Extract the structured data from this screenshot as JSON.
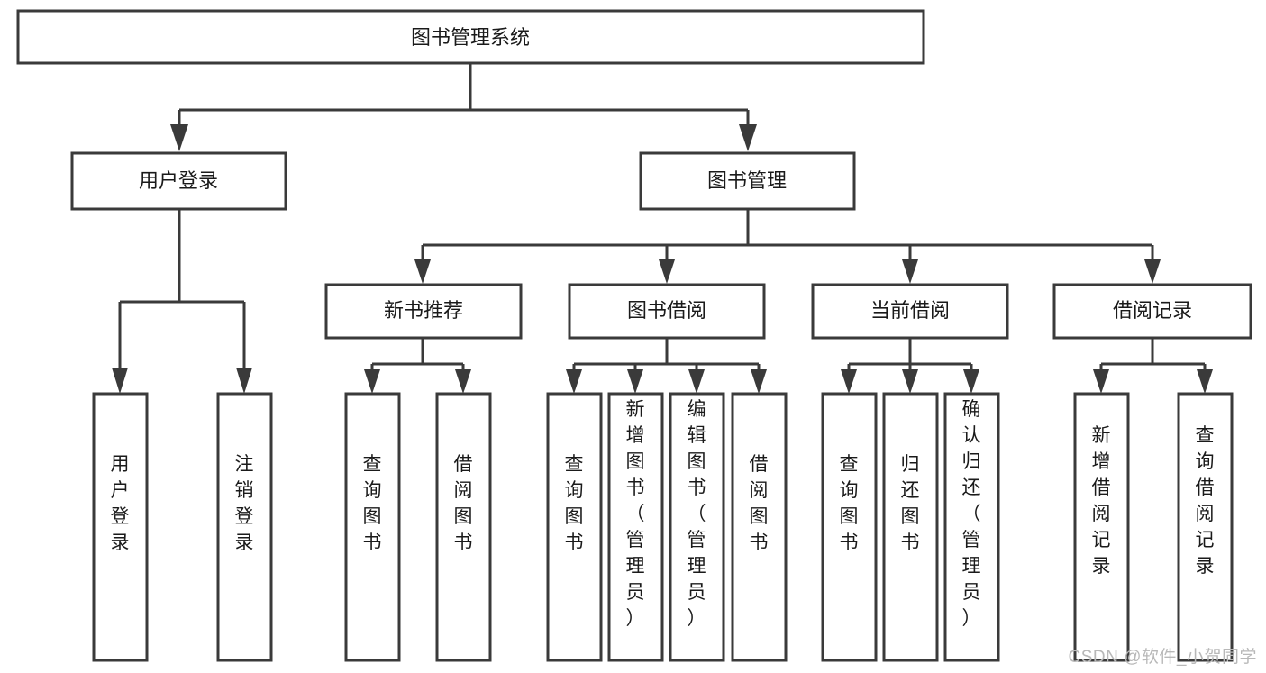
{
  "diagram": {
    "type": "tree-hierarchy",
    "title": "图书管理系统",
    "watermark": "CSDN @软件_小贺同学",
    "colors": {
      "stroke": "#3a3a3a",
      "fill": "#ffffff",
      "text": "#1a1a1a",
      "watermark": "#b8b8b8",
      "background": "#ffffff"
    },
    "root": {
      "label": "图书管理系统"
    },
    "level2": [
      {
        "id": "user-login",
        "label": "用户登录"
      },
      {
        "id": "book-management",
        "label": "图书管理"
      }
    ],
    "level3": [
      {
        "id": "new-book-recommend",
        "label": "新书推荐",
        "parent": "book-management"
      },
      {
        "id": "book-borrow",
        "label": "图书借阅",
        "parent": "book-management"
      },
      {
        "id": "current-borrow",
        "label": "当前借阅",
        "parent": "book-management"
      },
      {
        "id": "borrow-record",
        "label": "借阅记录",
        "parent": "book-management"
      }
    ],
    "leaves": [
      {
        "id": "leaf-user-login",
        "label": "用户登录",
        "parent": "user-login"
      },
      {
        "id": "leaf-logout-login",
        "label": "注销登录",
        "parent": "user-login"
      },
      {
        "id": "leaf-query-book-1",
        "label": "查询图书",
        "parent": "new-book-recommend"
      },
      {
        "id": "leaf-borrow-book-1",
        "label": "借阅图书",
        "parent": "new-book-recommend"
      },
      {
        "id": "leaf-query-book-2",
        "label": "查询图书",
        "parent": "book-borrow"
      },
      {
        "id": "leaf-add-book",
        "label": "新增图书（管理员）",
        "parent": "book-borrow"
      },
      {
        "id": "leaf-edit-book",
        "label": "编辑图书（管理员）",
        "parent": "book-borrow"
      },
      {
        "id": "leaf-borrow-book-2",
        "label": "借阅图书",
        "parent": "book-borrow"
      },
      {
        "id": "leaf-query-book-3",
        "label": "查询图书",
        "parent": "current-borrow"
      },
      {
        "id": "leaf-return-book",
        "label": "归还图书",
        "parent": "current-borrow"
      },
      {
        "id": "leaf-confirm-return",
        "label": "确认归还（管理员）",
        "parent": "current-borrow"
      },
      {
        "id": "leaf-add-record",
        "label": "新增借阅记录",
        "parent": "borrow-record"
      },
      {
        "id": "leaf-query-record",
        "label": "查询借阅记录",
        "parent": "borrow-record"
      }
    ]
  }
}
